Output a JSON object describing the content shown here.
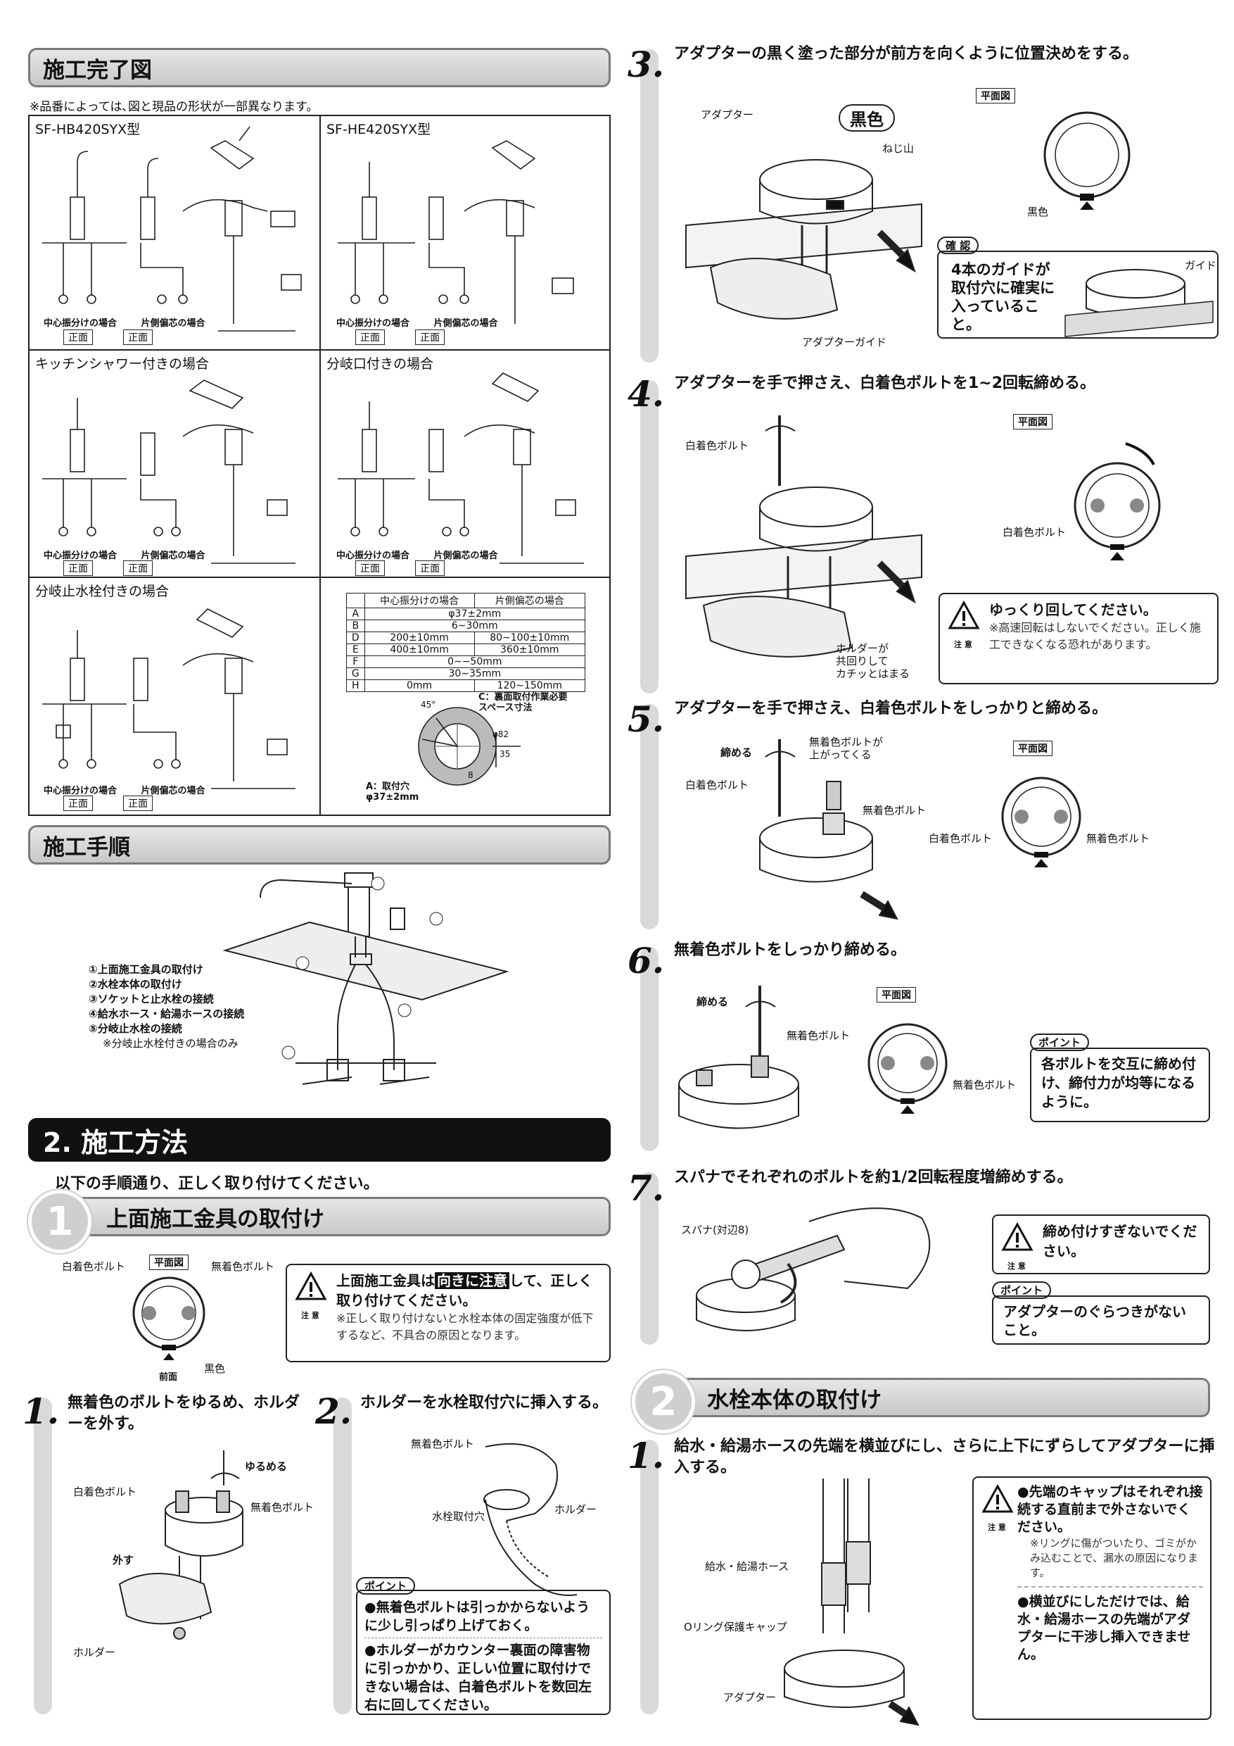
{
  "left": {
    "complete_title": "施工完了図",
    "complete_note": "※品番によっては､図と現品の形状が一部異なります。",
    "cells": [
      {
        "title": "SF-HB420SYX型"
      },
      {
        "title": "SF-HE420SYX型"
      },
      {
        "title": "キッチンシャワー付きの場合"
      },
      {
        "title": "分岐口付きの場合"
      },
      {
        "title": "分岐止水栓付きの場合"
      }
    ],
    "sublabels": {
      "center": "中心振分けの場合",
      "offset": "片側偏芯の場合",
      "front": "正面"
    },
    "spec_table": {
      "headers": [
        "",
        "中心振分けの場合",
        "片側偏芯の場合"
      ],
      "rows": [
        [
          "A",
          "φ37±2mm",
          ""
        ],
        [
          "B",
          "6∼30mm",
          ""
        ],
        [
          "D",
          "200±10mm",
          "80∼100±10mm"
        ],
        [
          "E",
          "400±10mm",
          "360±10mm"
        ],
        [
          "F",
          "0∼−50mm",
          ""
        ],
        [
          "G",
          "30∼35mm",
          ""
        ],
        [
          "H",
          "0mm",
          "120∼150mm"
        ]
      ]
    },
    "hole_labels": {
      "c": "C：裏面取付作業必要\nスペース寸法",
      "a": "A：取付穴\nφ37±2mm",
      "angle": "45°",
      "d82": "φ82",
      "d35": "35",
      "d8": "8"
    },
    "procedure_title": "施工手順",
    "procedure_list": [
      "①上面施工金具の取付け",
      "②水栓本体の取付け",
      "③ソケットと止水栓の接続",
      "④給水ホース・給湯ホースの接続",
      "⑤分岐止水栓の接続",
      "※分岐止水栓付きの場合のみ"
    ],
    "section2_title": "2. 施工方法",
    "section2_intro": "以下の手順通り、正しく取り付けてください。",
    "step1_num": "1",
    "step1_title": "上面施工金具の取付け",
    "plan_label": "平面図",
    "white_bolt": "白着色ボルト",
    "clear_bolt": "無着色ボルト",
    "black_label": "黒色",
    "front_label": "前面",
    "caution1_main": "上面施工金具は向きに注意して、正しく取り付けてください。",
    "caution1_pre": "上面施工金具は",
    "caution1_hl": "向きに注意",
    "caution1_post": "して、正しく取り付けてください。",
    "caution1_note": "※正しく取り付けないと水栓本体の固定強度が低下するなど、不具合の原因となります。",
    "caution_word": "注 意",
    "s1_num": "1.",
    "s1_text": "無着色のボルトをゆるめ、ホルダーを外す。",
    "s1_loosen": "ゆるめる",
    "s1_remove": "外す",
    "s1_holder": "ホルダー",
    "s2_num": "2.",
    "s2_text": "ホルダーを水栓取付穴に挿入する。",
    "s2_hole": "水栓取付穴",
    "s2_holder": "ホルダー",
    "point_word": "ポイント",
    "s2_point1": "●無着色ボルトは引っかからないように少し引っぱり上げておく。",
    "s2_point2": "●ホルダーがカウンター裏面の障害物に引っかかり、正しい位置に取付けできない場合は、白着色ボルトを数回左右に回してください。"
  },
  "right": {
    "s3_num": "3.",
    "s3_text": "アダプターの黒く塗った部分が前方を向くように位置決めをする。",
    "s3_adapter": "アダプター",
    "s3_black": "黒色",
    "s3_thread": "ねじ山",
    "s3_guide": "アダプターガイド",
    "s3_check_word": "確 認",
    "s3_check": "4本のガイドが取付穴に確実に入っていること。",
    "s3_guide_small": "ガイド",
    "s4_num": "4.",
    "s4_text": "アダプターを手で押さえ、白着色ボルトを1∼2回転締める。",
    "s4_holder": "ホルダーが\n共回りして\nカチッとはまる",
    "s4_caution": "ゆっくり回してください。",
    "s4_note": "※高速回転はしないでください。正しく施工できなくなる恐れがあります。",
    "s5_num": "5.",
    "s5_text": "アダプターを手で押さえ、白着色ボルトをしっかりと締める。",
    "s5_tighten": "締める",
    "s5_rise": "無着色ボルトが\n上がってくる",
    "s6_num": "6.",
    "s6_text": "無着色ボルトをしっかり締める。",
    "s6_point": "各ボルトを交互に締め付け、締付力が均等になるように。",
    "s7_num": "7.",
    "s7_text": "スパナでそれぞれのボルトを約1/2回転程度増締めする。",
    "s7_spanner": "スパナ(対辺8)",
    "s7_caution": "締め付けすぎないでください。",
    "s7_point": "アダプターのぐらつきがないこと。",
    "step2_num": "2",
    "step2_title": "水栓本体の取付け",
    "s8_num": "1.",
    "s8_text": "給水・給湯ホースの先端を横並びにし、さらに上下にずらしてアダプターに挿入する。",
    "s8_hose": "給水・給湯ホース",
    "s8_cap": "Oリング保護キャップ",
    "s8_adapter": "アダプター",
    "s8_caution1": "●先端のキャップはそれぞれ接続する直前まで外さないでください。",
    "s8_note": "※リングに傷がついたり、ゴミがかみ込むことで、漏水の原因になります。",
    "s8_caution2": "●横並びにしただけでは、給水・給湯ホースの先端がアダプターに干渉し挿入できません。"
  }
}
